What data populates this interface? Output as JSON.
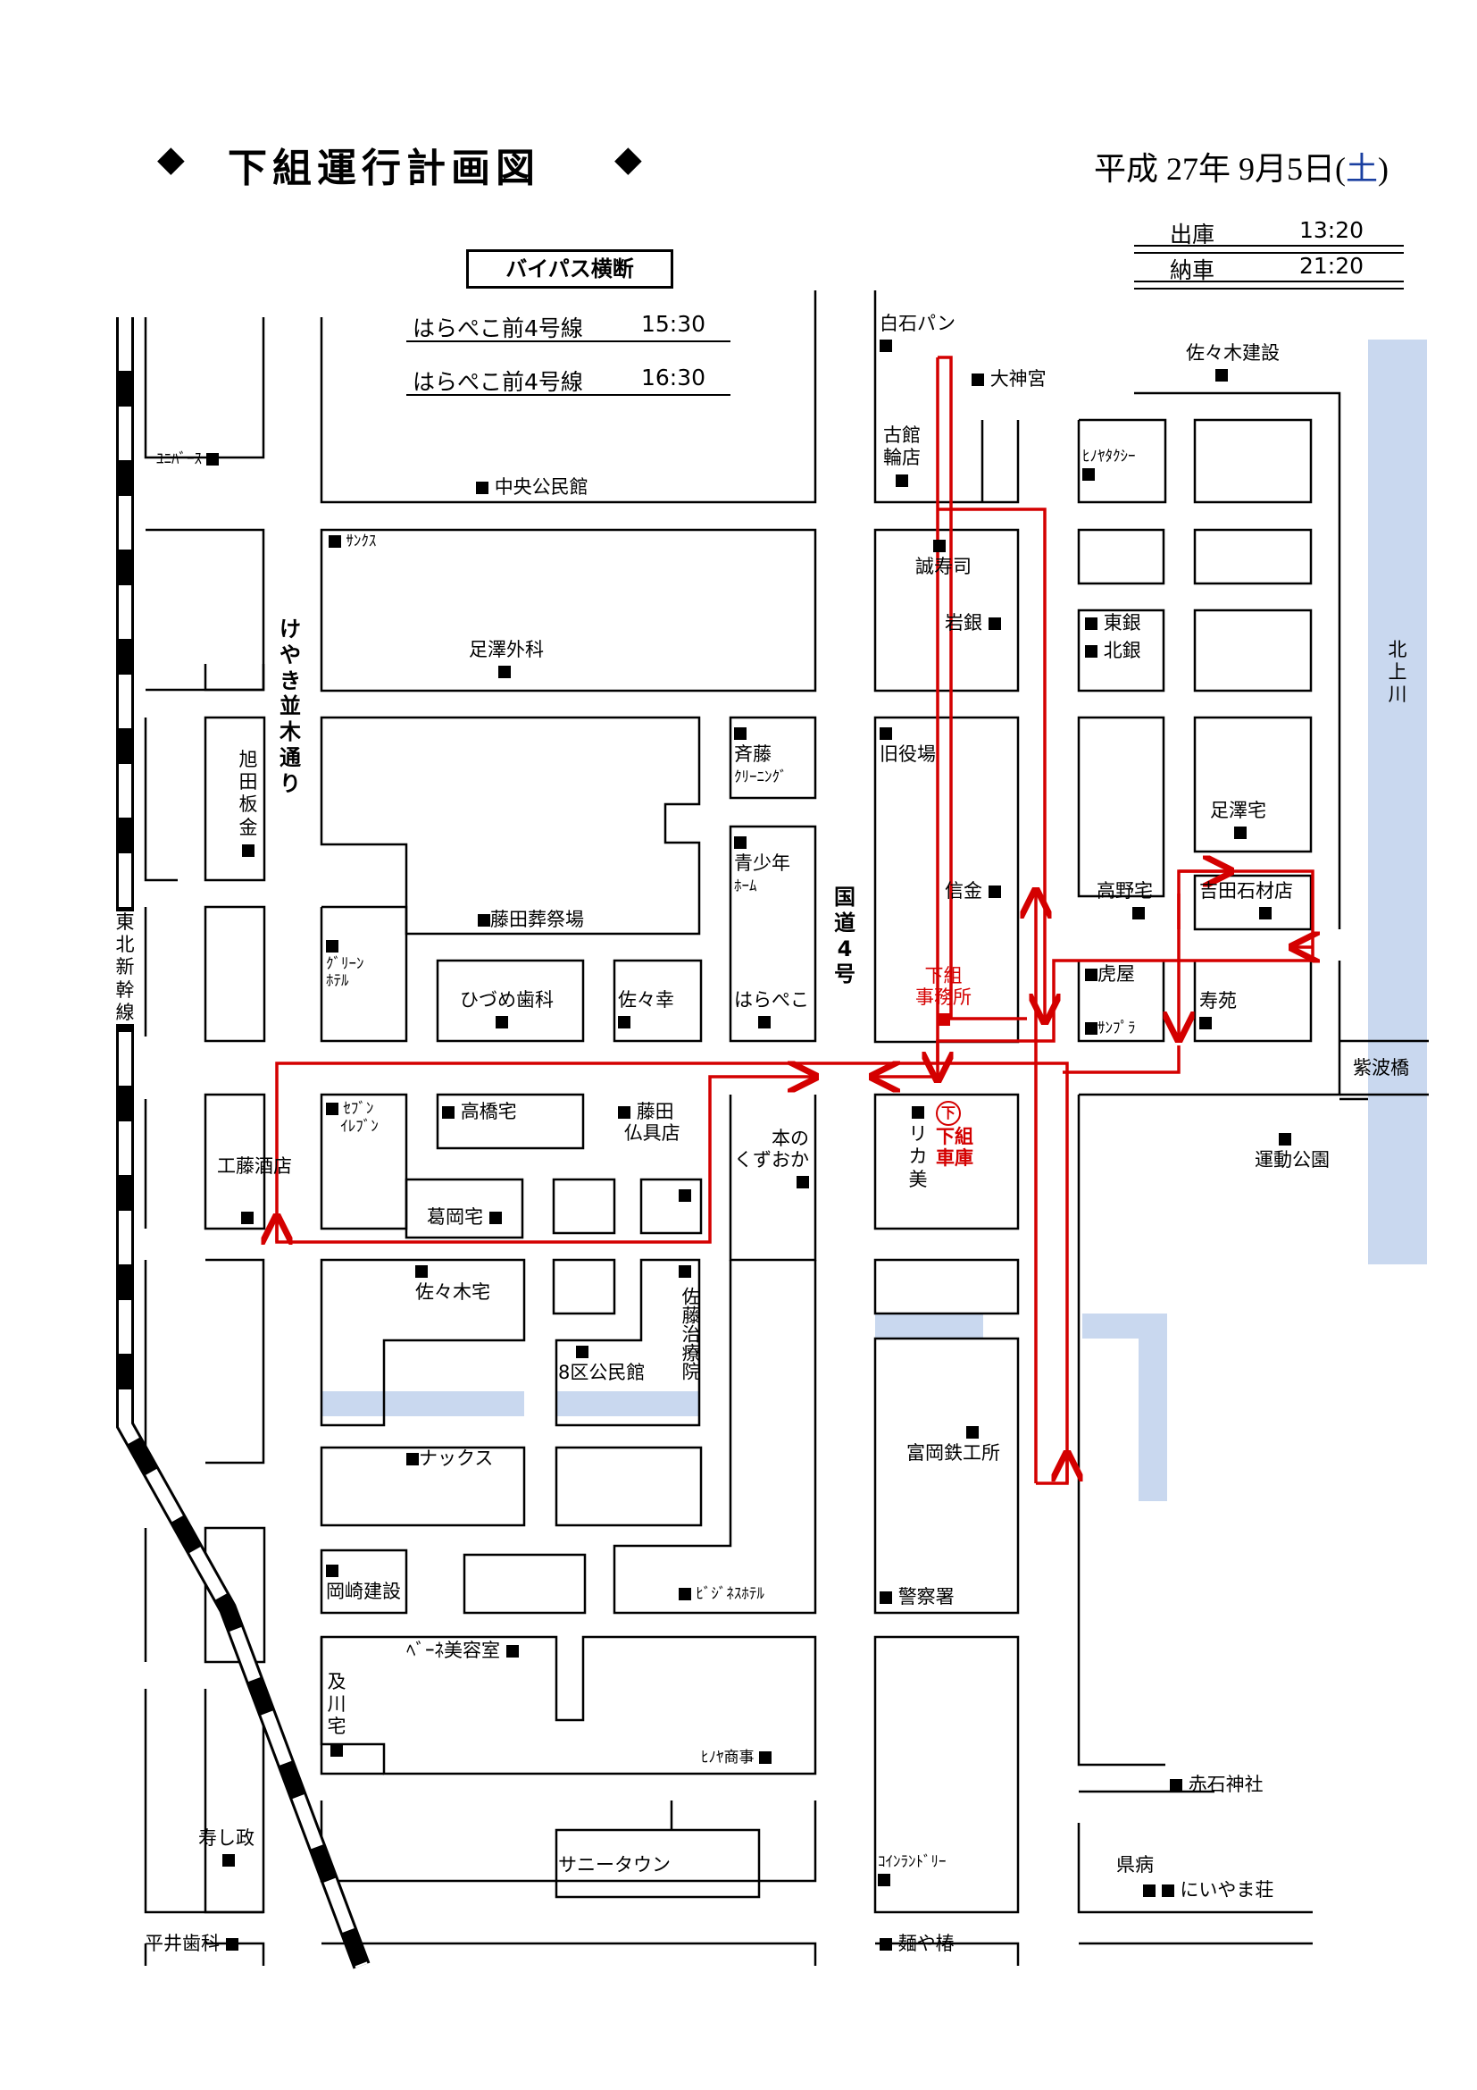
{
  "header": {
    "title": "下組運行計画図",
    "date_prefix": "平成 27年 9月5日(",
    "date_dow": "土",
    "date_suffix": ")"
  },
  "schedule": {
    "depart_label": "出庫",
    "depart_time": "13:20",
    "return_label": "納車",
    "return_time": "21:20"
  },
  "bypass": {
    "box_label": "バイパス横断",
    "row1_place": "はらぺこ前4号線",
    "row1_time": "15:30",
    "row2_place": "はらぺこ前4号線",
    "row2_time": "16:30"
  },
  "streets": {
    "keyaki": "けやき並木通り",
    "kokudo": "国道4号",
    "shinkansen": "東北新幹線",
    "river": "北上川",
    "bridge": "紫波橋"
  },
  "places": {
    "shiroishi_pan": "白石パン",
    "daijingu": "大神宮",
    "sasaki_kensetsu": "佐々木建設",
    "furudate_rinten": "古館輪店",
    "hinoya_taxi": "ﾋﾉﾔﾀｸｼｰ",
    "unipas": "ﾕﾆﾊﾞｰｽ",
    "chuo_kominkan": "中央公民館",
    "sanks": "ｻﾝｸｽ",
    "seijushi": "誠寿司",
    "iwagin": "岩銀",
    "togin": "東銀",
    "hokugin": "北銀",
    "ashizawa_geka": "足澤外科",
    "saito_cleaning_1": "斉藤",
    "saito_cleaning_2": "ｸﾘｰﾆﾝｸﾞ",
    "kyu_yakuba": "旧役場",
    "ashizawa_taku": "足澤宅",
    "asahi_bankin": "旭田板金",
    "seishonen_1": "青少年",
    "seishonen_2": "ﾎｰﾑ",
    "shinkin": "信金",
    "takano_taku": "高野宅",
    "yoshida_sekizai": "吉田石材店",
    "fujita_sosai": "藤田葬祭場",
    "green_hotel_1": "ｸﾞﾘｰﾝ",
    "green_hotel_2": "ﾎﾃﾙ",
    "hizume_shika": "ひづめ歯科",
    "sasako": "佐々幸",
    "harapeko": "はらぺこ",
    "shimogumi_office_1": "下組",
    "shimogumi_office_2": "事務所",
    "toraya": "虎屋",
    "juen": "寿苑",
    "sanpra": "ｻﾝﾌﾟﾗ",
    "seven_1": "ｾﾌﾞﾝ",
    "seven_2": "ｲﾚﾌﾞﾝ",
    "takahashi_taku": "高橋宅",
    "fujita_butsugu_1": "藤田",
    "fujita_butsugu_2": "仏具店",
    "honno_kuzuoka_1": "本の",
    "honno_kuzuoka_2": "くずおか",
    "rikami": "リカ美",
    "shimogumi_garage_mark": "下",
    "shimogumi_garage_1": "下組",
    "shimogumi_garage_2": "車庫",
    "undo_koen": "運動公園",
    "kudo_saketen": "工藤酒店",
    "kuzuoka_taku": "葛岡宅",
    "sasaki_taku": "佐々木宅",
    "sato_chiryoin": "佐藤治療院",
    "hachiku_kominkan": "8区公民館",
    "nax": "ナックス",
    "tomioka_tekko": "富岡鉄工所",
    "okazaki_kensetsu": "岡崎建設",
    "business_hotel": "ﾋﾞｼﾞﾈｽﾎﾃﾙ",
    "keisatsusho": "警察署",
    "bene_biyoshitsu": "ﾍﾞｰﾈ美容室",
    "oikawa_taku": "及川宅",
    "hinoya_shoji": "ﾋﾉﾔ商事",
    "akaishi_jinja": "赤石神社",
    "kotobukimasa": "寿し政",
    "sunny_town": "サニータウン",
    "coin_laundry": "ｺｲﾝﾗﾝﾄﾞﾘｰ",
    "kenbyo": "県病",
    "niiyamaso": "にいやま荘",
    "hirai_shika": "平井歯科",
    "menya_tsubaki": "麺や椿"
  },
  "colors": {
    "route": "#d40000",
    "water": "#c9d8ef",
    "ink": "#000000",
    "date_dow": "#1a3fa0"
  }
}
